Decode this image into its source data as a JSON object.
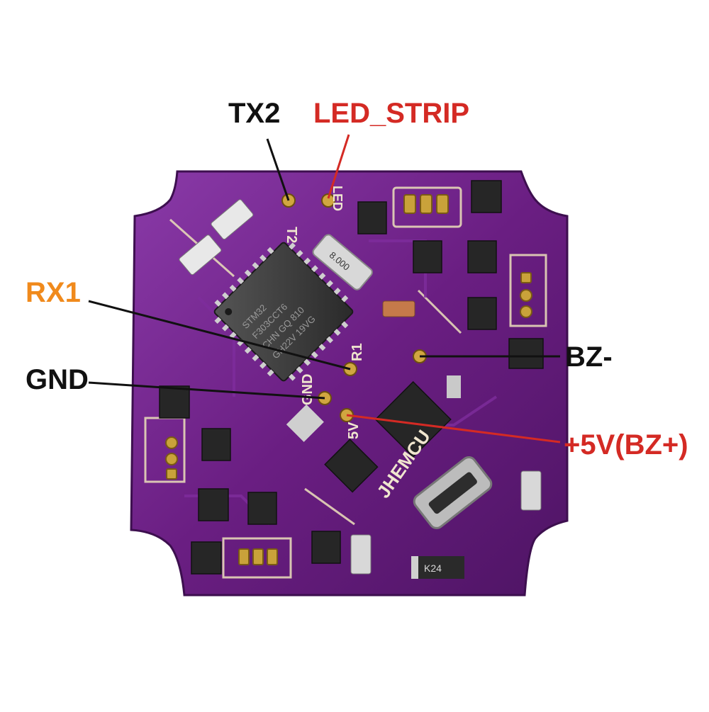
{
  "callouts": {
    "tx2": "TX2",
    "led_strip": "LED_STRIP",
    "rx1": "RX1",
    "gnd": "GND",
    "bz_minus": "BZ-",
    "plus5v": "+5V(BZ+)"
  },
  "board": {
    "mcu_lines": [
      "STM32",
      "F303CCT6",
      "CHN GQ 810",
      "GH22V 19VG"
    ],
    "silk": {
      "t2": "T2",
      "led": "LED",
      "r1": "R1",
      "gnd": "GND",
      "5v": "5V",
      "brand": "JHEMCU",
      "k24": "K24",
      "crystal": "8.000"
    }
  },
  "colors": {
    "board": "#6a1e82",
    "text_black": "#111111",
    "text_red": "#d42a24",
    "text_orange": "#f08a1c",
    "pad_gold": "#c9a23a"
  }
}
